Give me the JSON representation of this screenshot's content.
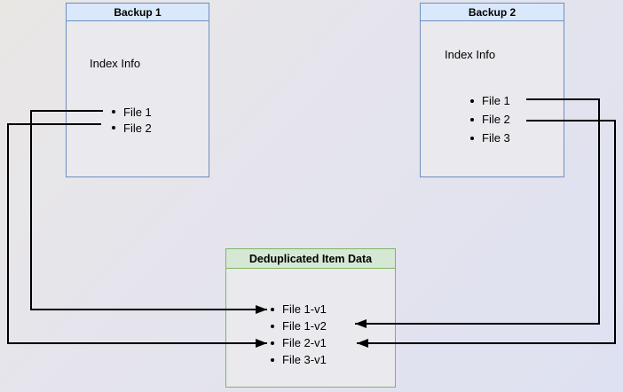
{
  "nodes": [
    {
      "id": "backup1",
      "title": "Backup 1",
      "label": "Index Info",
      "items": [
        "File 1",
        "File 2"
      ],
      "header_fill": "#dae8fc",
      "border_color": "#6c8ebf"
    },
    {
      "id": "backup2",
      "title": "Backup 2",
      "label": "Index Info",
      "items": [
        "File 1",
        "File 2",
        "File 3"
      ],
      "header_fill": "#dae8fc",
      "border_color": "#6c8ebf"
    },
    {
      "id": "dedup",
      "title": "Deduplicated Item Data",
      "items": [
        "File 1-v1",
        "File 1-v2",
        "File 2-v1",
        "File 3-v1"
      ],
      "header_fill": "#d5e8d4",
      "border_color": "#82b366"
    }
  ],
  "connectors": [
    {
      "from": "Backup 1 / File 1",
      "to": "Deduplicated Item Data / File 1-v1"
    },
    {
      "from": "Backup 1 / File 2",
      "to": "Deduplicated Item Data / File 2-v1"
    },
    {
      "from": "Backup 2 / File 1",
      "to": "Deduplicated Item Data / File 1-v2"
    },
    {
      "from": "Backup 2 / File 2",
      "to": "Deduplicated Item Data / File 2-v1"
    }
  ],
  "colors": {
    "connector_line": "#000000",
    "node_body_fill": "#eae9ed",
    "background_top_left": "#e9e7e4",
    "background_bottom_right": "#dee1f1"
  }
}
